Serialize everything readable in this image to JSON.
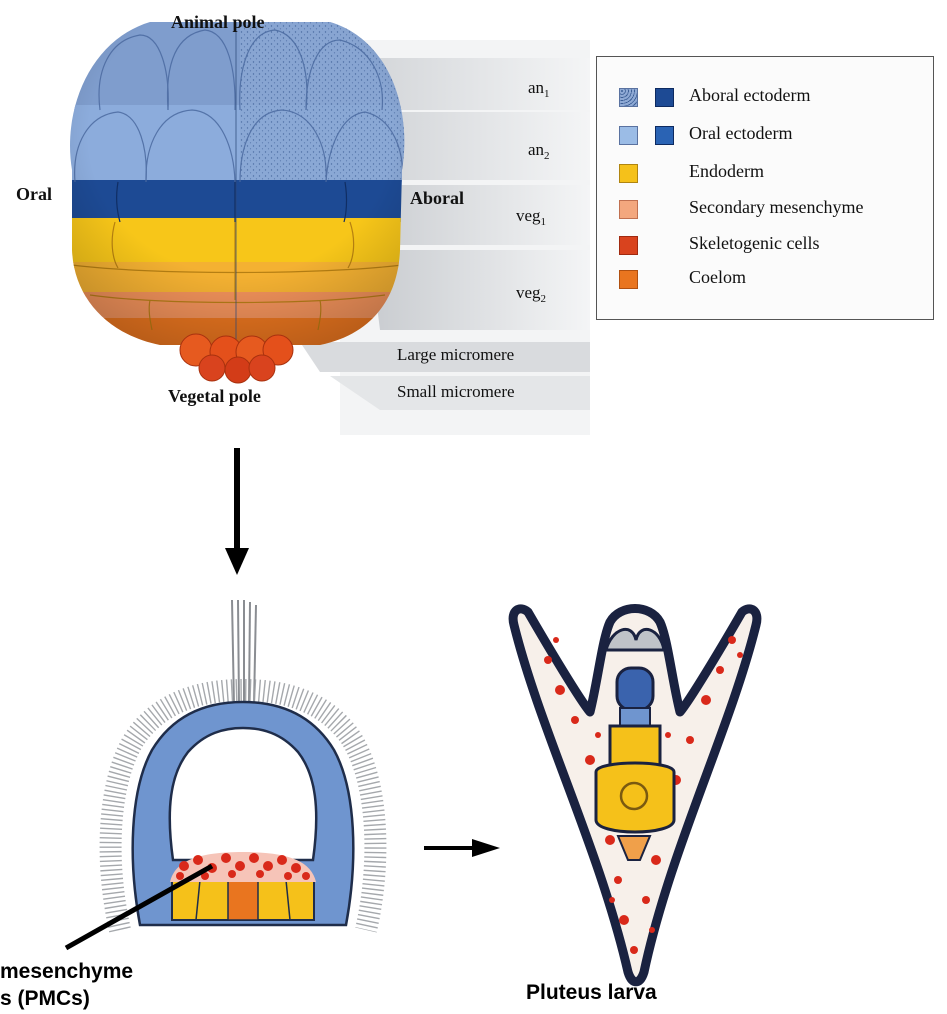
{
  "embryo": {
    "animal_pole": "Animal pole",
    "vegetal_pole": "Vegetal pole",
    "oral": "Oral",
    "aboral": "Aboral",
    "tiers": {
      "an1_base": "an",
      "an1_sub": "1",
      "an2_base": "an",
      "an2_sub": "2",
      "veg1_base": "veg",
      "veg1_sub": "1",
      "veg2_base": "veg",
      "veg2_sub": "2",
      "large_micromere": "Large micromere",
      "small_micromere": "Small micromere"
    }
  },
  "legend": {
    "items": [
      {
        "label": "Aboral ectoderm",
        "swatches": [
          "#8ea9d4",
          "#1d4a94"
        ],
        "stippled": true
      },
      {
        "label": "Oral ectoderm",
        "swatches": [
          "#9bbce6",
          "#2a63b4"
        ],
        "stippled": false
      },
      {
        "label": "Endoderm",
        "swatches": [
          "#f5c11a"
        ],
        "stippled": false
      },
      {
        "label": "Secondary mesenchyme",
        "swatches": [
          "#f3a77e"
        ],
        "stippled": false
      },
      {
        "label": "Skeletogenic cells",
        "swatches": [
          "#d9431e"
        ],
        "stippled": false
      },
      {
        "label": "Coelom",
        "swatches": [
          "#e9751f"
        ],
        "stippled": false
      }
    ]
  },
  "labels": {
    "pmc_line1": "mesenchyme",
    "pmc_line2": "s (PMCs)",
    "pluteus": "Pluteus larva"
  },
  "colors": {
    "aboral_ectoderm": "#8ea9d4",
    "oral_ectoderm": "#9bbce6",
    "dark_band": "#1d4a94",
    "endoderm": "#f5c11a",
    "secondary_mesenchyme": "#f3a77e",
    "skeletogenic": "#d9431e",
    "coelom": "#e9751f"
  }
}
